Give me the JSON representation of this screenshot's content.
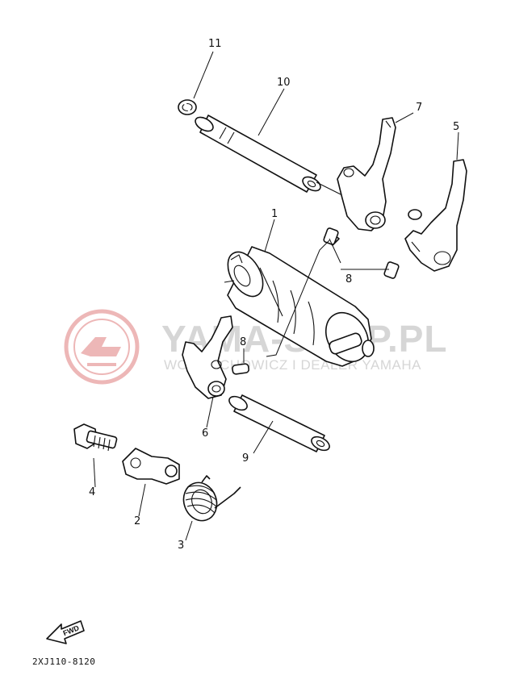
{
  "watermark": {
    "site": "YAMA-SHOP.PL",
    "tagline": "WOJCIECHOWICZ I DEALER YAMAHA",
    "logo": "yamaha-tuning-fork-logo",
    "logo_color": "#e8a0a0"
  },
  "diagram_code": "2XJ110-8120",
  "fwd_arrow": {
    "text": "FWD"
  },
  "callouts": [
    {
      "id": "11",
      "part": "circlip"
    },
    {
      "id": "10",
      "part": "guide-bar"
    },
    {
      "id": "7",
      "part": "shift-fork-3"
    },
    {
      "id": "5",
      "part": "shift-fork-1"
    },
    {
      "id": "1",
      "part": "shift-cam"
    },
    {
      "id": "8",
      "part": "dowel-pin"
    },
    {
      "id": "8",
      "part": "dowel-pin"
    },
    {
      "id": "6",
      "part": "shift-fork-2"
    },
    {
      "id": "9",
      "part": "guide-bar"
    },
    {
      "id": "4",
      "part": "bolt"
    },
    {
      "id": "2",
      "part": "stopper-lever"
    },
    {
      "id": "3",
      "part": "torsion-spring"
    }
  ]
}
